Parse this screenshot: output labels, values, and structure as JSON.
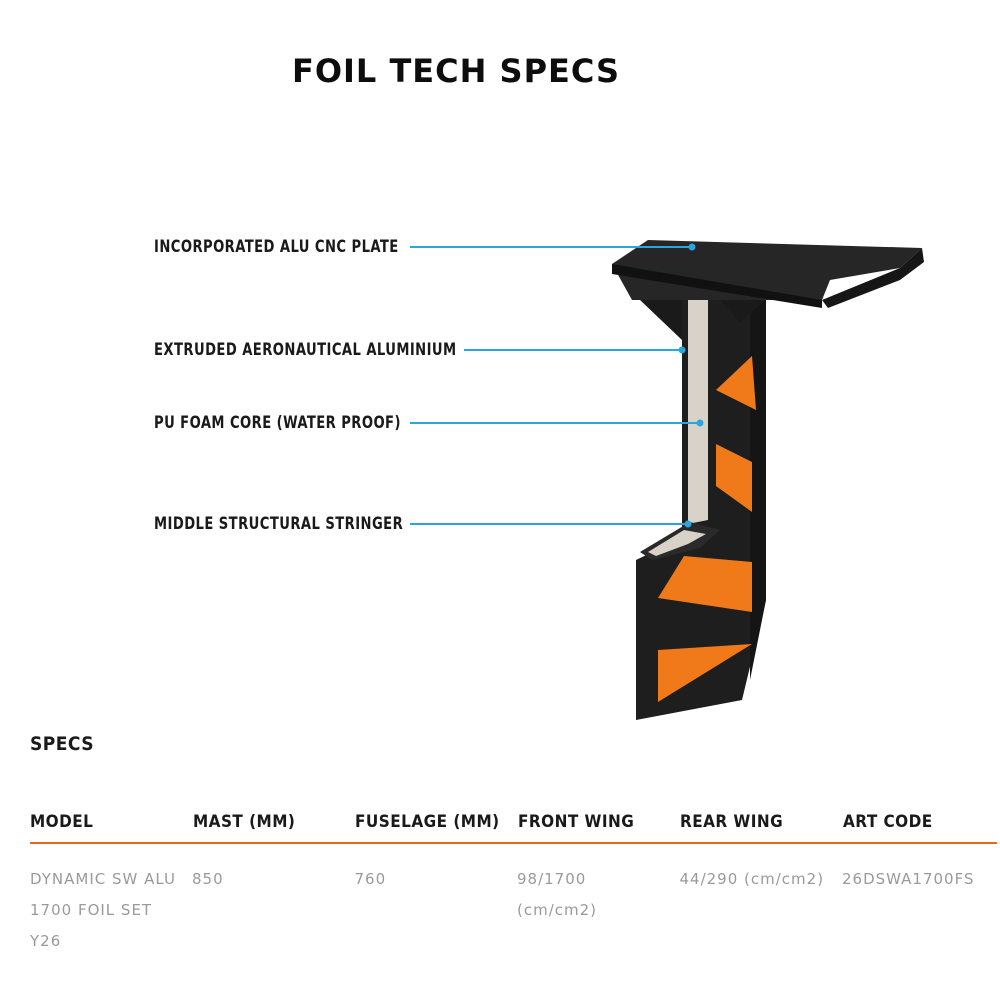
{
  "title": "FOIL TECH SPECS",
  "callouts": [
    "INCORPORATED ALU CNC PLATE",
    "EXTRUDED AERONAUTICAL ALUMINIUM",
    "PU FOAM CORE (WATER PROOF)",
    "MIDDLE STRUCTURAL STRINGER"
  ],
  "colors": {
    "callout_line": "#2aa6dc",
    "accent": "#f07a1a",
    "table_rule": "#e8661c",
    "mast_body": "#1e1e1e",
    "foam": "#d9d2c8"
  },
  "specs": {
    "heading": "SPECS",
    "columns": [
      "MODEL",
      "MAST (MM)",
      "FUSELAGE (MM)",
      "FRONT WING",
      "REAR WING",
      "ART CODE"
    ],
    "row": {
      "model": "DYNAMIC SW ALU 1700 FOIL SET Y26",
      "mast": "850",
      "fuselage": "760",
      "front_wing": "98/1700 (cm/cm2)",
      "rear_wing": "44/290 (cm/cm2)",
      "art_code": "26DSWA1700FS"
    }
  }
}
